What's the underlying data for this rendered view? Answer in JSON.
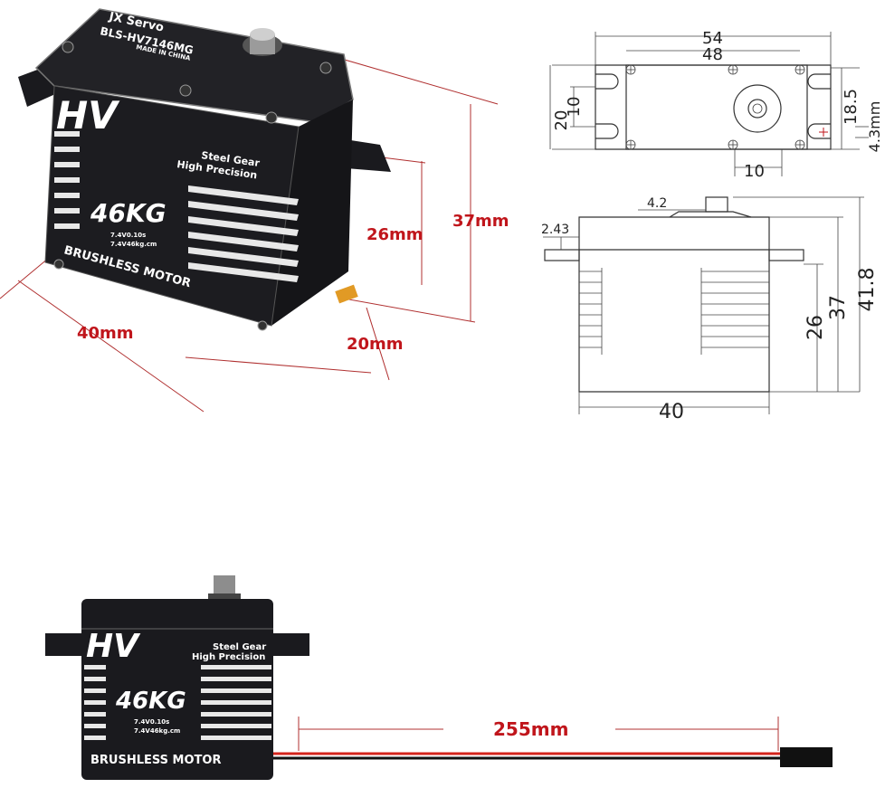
{
  "photo_top": {
    "brand": "JX Servo",
    "model": "BLS-HV7146MG",
    "origin": "MADE IN CHINA",
    "logo": "HV",
    "torque_badge": "46KG",
    "gear_line1": "Steel Gear",
    "gear_line2": "High Precision",
    "spec_line1": "7.4V0.10s",
    "spec_line2": "7.4V46kg.cm",
    "motor": "BRUSHLESS MOTOR",
    "dim_height": "37mm",
    "dim_body_height": "26mm",
    "dim_width": "40mm",
    "dim_depth": "20mm"
  },
  "drawing_top": {
    "dim_overall": "54",
    "dim_holes": "48",
    "dim_20": "20",
    "dim_10": "10",
    "dim_18_5": "18.5",
    "dim_4_3": "4.3mm",
    "dim_10_bottom": "10"
  },
  "drawing_side": {
    "dim_4_2": "4.2",
    "dim_2_43": "2.43",
    "dim_26": "26",
    "dim_37": "37",
    "dim_41_8": "41.8",
    "dim_40": "40"
  },
  "photo_bottom": {
    "logo": "HV",
    "torque_badge": "46KG",
    "gear_line1": "Steel Gear",
    "gear_line2": "High Precision",
    "spec_line1": "7.4V0.10s",
    "spec_line2": "7.4V46kg.cm",
    "motor": "BRUSHLESS MOTOR",
    "cable_length": "255mm"
  },
  "colors": {
    "label_red": "#c0151b",
    "servo_body": "#1a1a1e",
    "wire_red": "#d4241c",
    "wire_black": "#111111"
  }
}
